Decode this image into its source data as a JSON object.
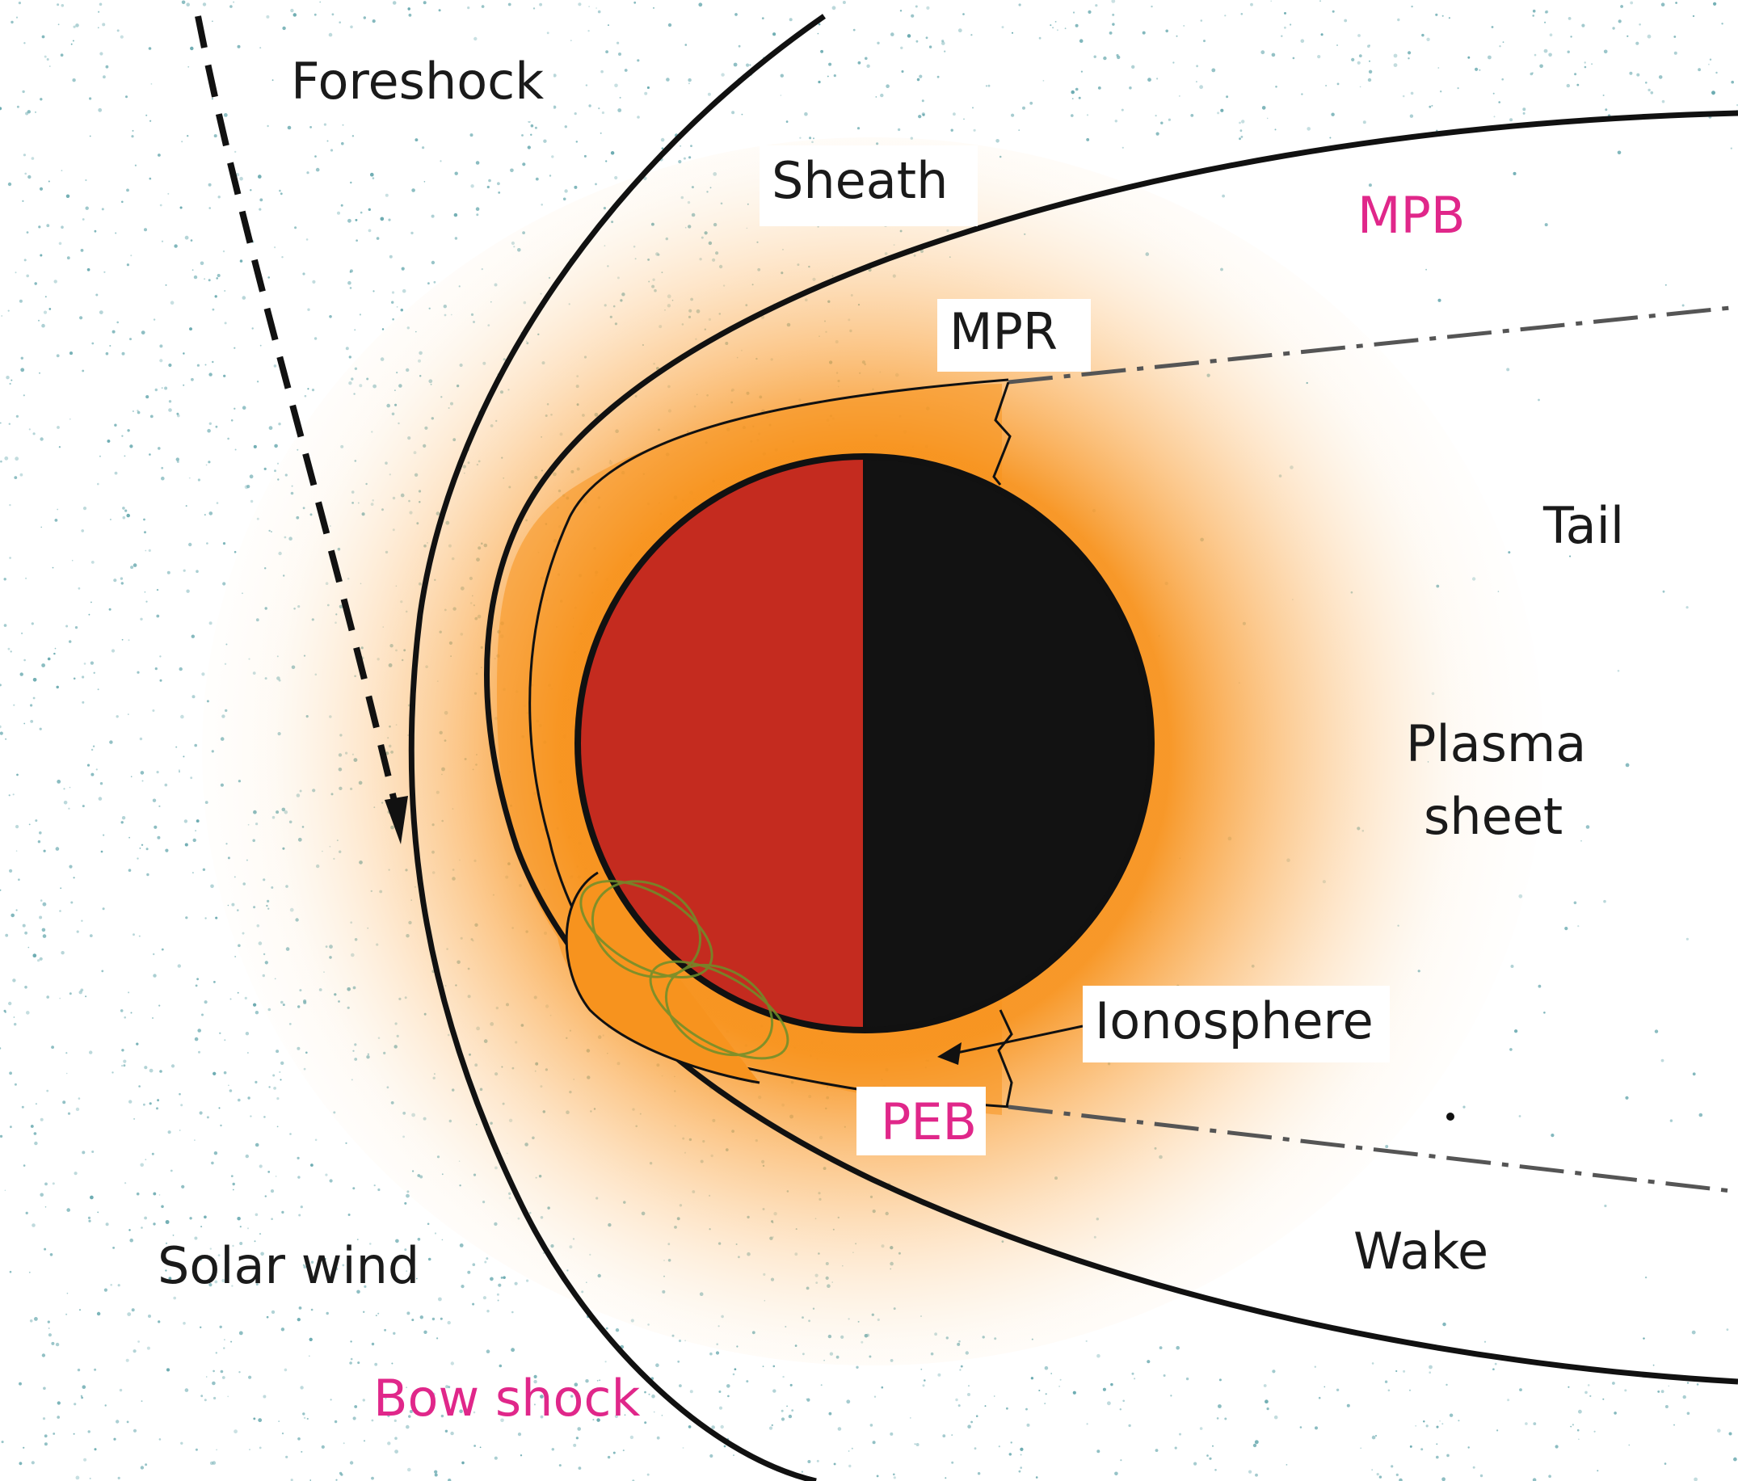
{
  "labels": {
    "foreshock": "Foreshock",
    "sheath": "Sheath",
    "mpb": "MPB",
    "mpr": "MPR",
    "tail": "Tail",
    "plasma_sheet_line1": "Plasma",
    "plasma_sheet_line2": "sheet",
    "ionosphere": "Ionosphere",
    "peb": "PEB",
    "wake": "Wake",
    "solar_wind": "Solar wind",
    "bow_shock": "Bow shock"
  },
  "colors": {
    "background": "#ffffff",
    "particles": "#6aaab0",
    "orange_glow": "#f7931e",
    "planet_day": "#c42b1f",
    "planet_night": "#121212",
    "boundary_lines": "#111111",
    "accent_labels": "#e0278a",
    "text": "#1a1a1a",
    "flux_loops": "#6d8f2a"
  }
}
